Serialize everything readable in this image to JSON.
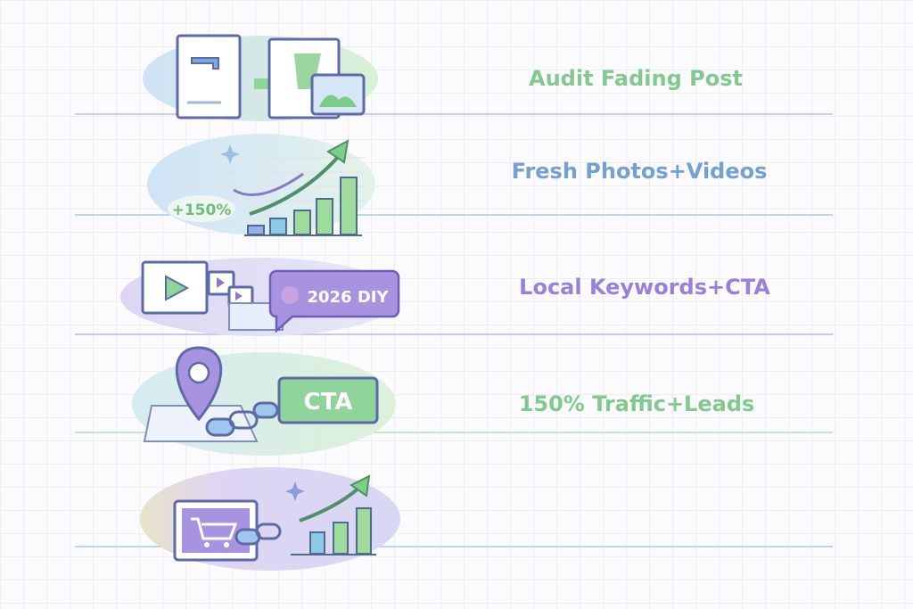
{
  "steps": [
    {
      "label": "Audit Fading Post",
      "color": "#82c98f",
      "icon": "document-faucet-to-image-icon"
    },
    {
      "label": "Fresh Photos+Videos",
      "color": "#74a0d2",
      "icon": "growth-chart-icon",
      "badge": "+150%"
    },
    {
      "label": "Local Keywords+CTA",
      "color": "#9a80d8",
      "icon": "video-frames-icon",
      "badge": "2026 DIY"
    },
    {
      "label": "150% Traffic+Leads",
      "color": "#82c98f",
      "icon": "map-pin-link-icon",
      "badge": "CTA"
    },
    {
      "label": "",
      "color": "#74a0d2",
      "icon": "cart-link-growth-icon"
    }
  ]
}
